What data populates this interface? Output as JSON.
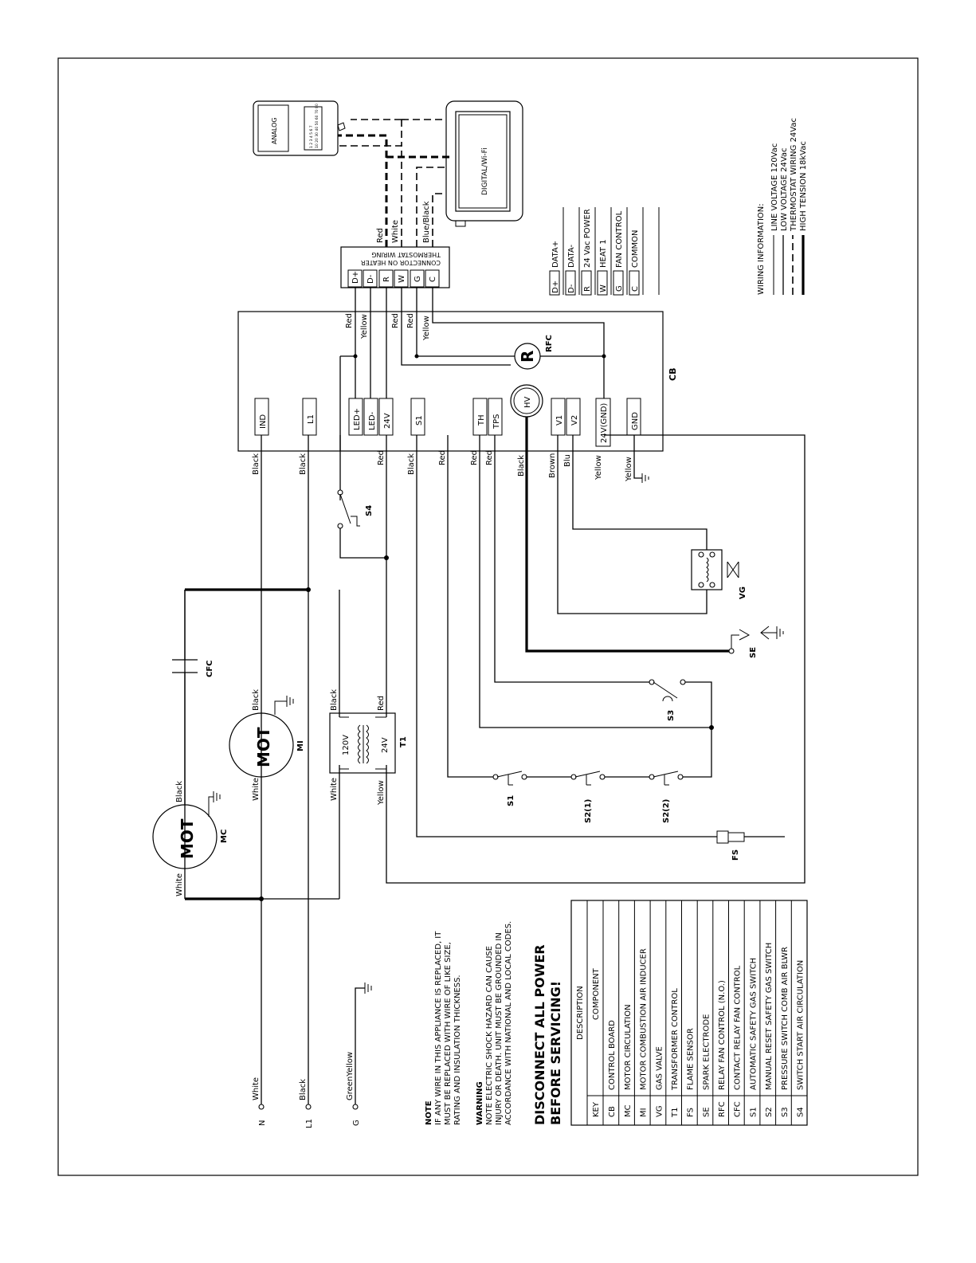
{
  "board": {
    "label": "CB"
  },
  "terminals": [
    "IND",
    "L1",
    "LED+",
    "LED-",
    "24V",
    "S1",
    "TH",
    "TPS",
    "V1",
    "V2",
    "24V(GND)",
    "GND"
  ],
  "hv_label": "HV",
  "rfc": {
    "symbol": "R",
    "label": "RFC"
  },
  "thermostat_connector": {
    "title_line1": "THERMOSTAT WIRING",
    "title_line2": "CONNECTOR ON HEATER",
    "pins": [
      "D+",
      "D-",
      "R",
      "W",
      "G",
      "C"
    ]
  },
  "thermostats": {
    "analog": "ANALOG",
    "analog_scale_1": "1 2 3 4 5 6 7",
    "analog_scale_2": "10 20 30 40 50 60 70 80",
    "digital": "DIGITAL/Wi-Fi"
  },
  "wire_colors": {
    "top_red1": "Red",
    "top_yellow1": "Yellow",
    "top_red2": "Red",
    "top_red3": "Red",
    "top_yellow2": "Yellow",
    "therm_red": "Red",
    "therm_white": "White",
    "therm_blueblack": "Blue/Black",
    "b_black1": "Black",
    "b_black2": "Black",
    "b_red1": "Red",
    "b_black3": "Black",
    "b_red2": "Red",
    "b_red3": "Red",
    "b_red4": "Red",
    "b_black4": "Black",
    "b_brown": "Brown",
    "b_blu": "Blu",
    "b_yellow1": "Yellow",
    "b_yellow2": "Yellow",
    "mc_white": "White",
    "mc_black": "Black",
    "mi_white": "White",
    "mi_black": "Black",
    "t1_white": "White",
    "t1_black": "Black",
    "t1_yellow": "Yellow",
    "t1_red": "Red",
    "n_white": "White",
    "l1_black": "Black",
    "g_greenyellow": "GreenYellow"
  },
  "legend_pins": [
    {
      "key": "D+",
      "desc": "DATA+"
    },
    {
      "key": "D-",
      "desc": "DATA-"
    },
    {
      "key": "R",
      "desc": "24 Vac POWER"
    },
    {
      "key": "W",
      "desc": "HEAT 1"
    },
    {
      "key": "G",
      "desc": "FAN CONTROL"
    },
    {
      "key": "C",
      "desc": "COMMON"
    }
  ],
  "wiring_info": {
    "title": "WIRING INFORMATION:",
    "items": [
      "LINE VOLTAGE 120Vac",
      "LOW VOLTAGE 24Vac",
      "THERMOSTAT WIRING 24Vac",
      "HIGH TENSION 18kVac"
    ]
  },
  "components": {
    "mot": "MOT",
    "mc": "MC",
    "mi": "MI",
    "cfc": "CFC",
    "t1": "T1",
    "t1_primary": "120V",
    "t1_secondary": "24V",
    "s1": "S1",
    "s2_1": "S2(1)",
    "s2_2": "S2(2)",
    "s3": "S3",
    "s4": "S4",
    "vg": "VG",
    "se": "SE",
    "fs": "FS"
  },
  "power_inputs": {
    "n": "N",
    "l1": "L1",
    "g": "G"
  },
  "notes": {
    "note_title": "NOTE",
    "note_lines": [
      "IF ANY WIRE IN THIS APPLIANCE IS REPLACED, IT",
      "MUST BE REPLACED WITH WIRE OF LIKE SIZE,",
      "RATING AND INSULATION THICKNESS."
    ],
    "warning_title": "WARNING",
    "warning_lines": [
      "NOTE ELECTRIC SHOCK HAZARD CAN CAUSE",
      "INJURY OR DEATH. UNIT MUST BE GROUNDED IN",
      "ACCORDANCE WITH NATIONAL AND LOCAL CODES."
    ],
    "disconnect_line1": "DISCONNECT ALL POWER",
    "disconnect_line2": "BEFORE SERVICING!"
  },
  "component_table": {
    "header": "DESCRIPTION",
    "col_key": "KEY",
    "col_component": "COMPONENT",
    "rows": [
      {
        "key": "CB",
        "component": "CONTROL BOARD"
      },
      {
        "key": "MC",
        "component": "MOTOR CIRCULATION"
      },
      {
        "key": "MI",
        "component": "MOTOR COMBUSTION AIR INDUCER"
      },
      {
        "key": "VG",
        "component": "GAS VALVE"
      },
      {
        "key": "T1",
        "component": "TRANSFORMER CONTROL"
      },
      {
        "key": "FS",
        "component": "FLAME SENSOR"
      },
      {
        "key": "SE",
        "component": "SPARK ELECTRODE"
      },
      {
        "key": "RFC",
        "component": "RELAY FAN CONTROL (N.O.)"
      },
      {
        "key": "CFC",
        "component": "CONTACT RELAY FAN CONTROL"
      },
      {
        "key": "S1",
        "component": "AUTOMATIC SAFETY GAS SWITCH"
      },
      {
        "key": "S2",
        "component": "MANUAL RESET SAFETY GAS SWITCH"
      },
      {
        "key": "S3",
        "component": "PRESSURE SWITCH COMB AIR BLWR"
      },
      {
        "key": "S4",
        "component": "SWITCH START AIR CIRCULATION"
      }
    ]
  }
}
